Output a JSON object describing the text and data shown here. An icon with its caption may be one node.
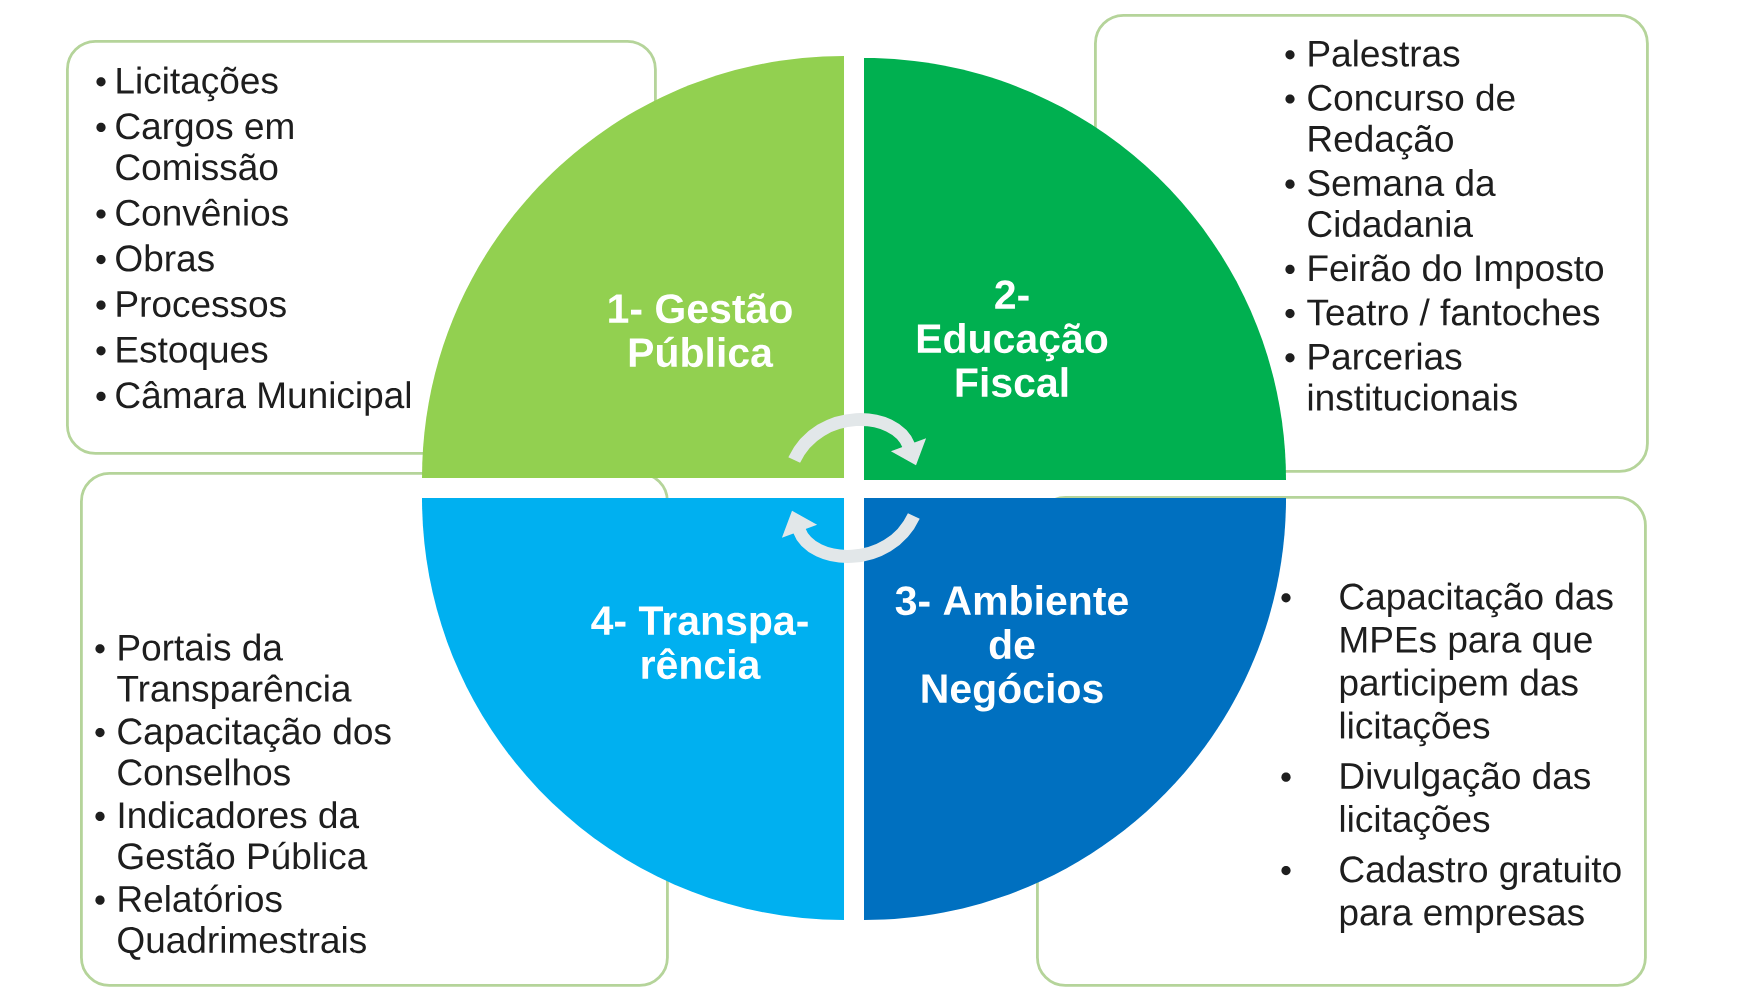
{
  "diagram": {
    "nodes": [
      {
        "text": [
          "Licitações",
          "Cargos em Comissão",
          "Convênios",
          "Obras",
          "Processos",
          "Estoques",
          "Câmara Municipal"
        ]
      },
      {
        "text": [
          "1- Gestão Pública"
        ]
      },
      {
        "text": [
          "2- Educação Fiscal"
        ]
      },
      {
        "text": [
          "Palestras",
          "Concurso de Redação",
          "Semana da Cidadania",
          "Feirão do Imposto",
          "Teatro / fantoches",
          "Parcerias institucionais"
        ]
      },
      {
        "text": [
          "Portais da Transparência",
          "Capacitação dos Conselhos",
          "Indicadores da Gestão Pública",
          "Relatórios Quadrimestrais"
        ]
      },
      {
        "text": [
          "4- Transpa- rência"
        ]
      },
      {
        "text": [
          "3- Ambiente de Negócios"
        ]
      },
      {
        "text": [
          "Capacitação das MPEs para que participem das licitações",
          "Divulgação das licitações",
          "Cadastro gratuito para empresas"
        ]
      }
    ],
    "edges": [
      {
        "from": 1,
        "to": 2,
        "arrow": "to"
      },
      {
        "from": 6,
        "to": 5,
        "arrow": "to"
      }
    ]
  }
}
